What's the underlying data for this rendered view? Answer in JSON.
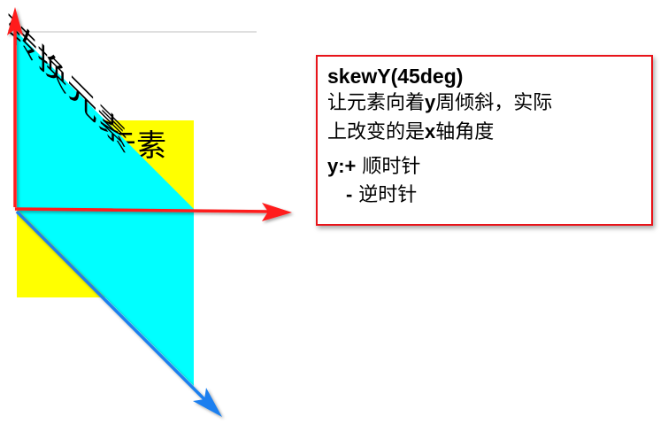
{
  "diagram": {
    "element_text": "转换元素",
    "colors": {
      "original_element": "#ffff00",
      "skewed_element": "#00ffff",
      "axis_arrow": "#ff1a1a",
      "skewed_axis_arrow": "#1a7fef",
      "baseline": "#bfbfbf"
    }
  },
  "info": {
    "title": "skewY(45deg)",
    "desc_line1_pre": "让元素向着",
    "desc_line1_axis": "y",
    "desc_line1_post": "周倾斜，实际",
    "desc_line2_pre": "上改变的是",
    "desc_line2_axis": "x",
    "desc_line2_post": "轴角度",
    "plus_sign": "y:+",
    "plus_text": " 顺时针",
    "minus_sign": "-",
    "minus_text": " 逆时针"
  }
}
